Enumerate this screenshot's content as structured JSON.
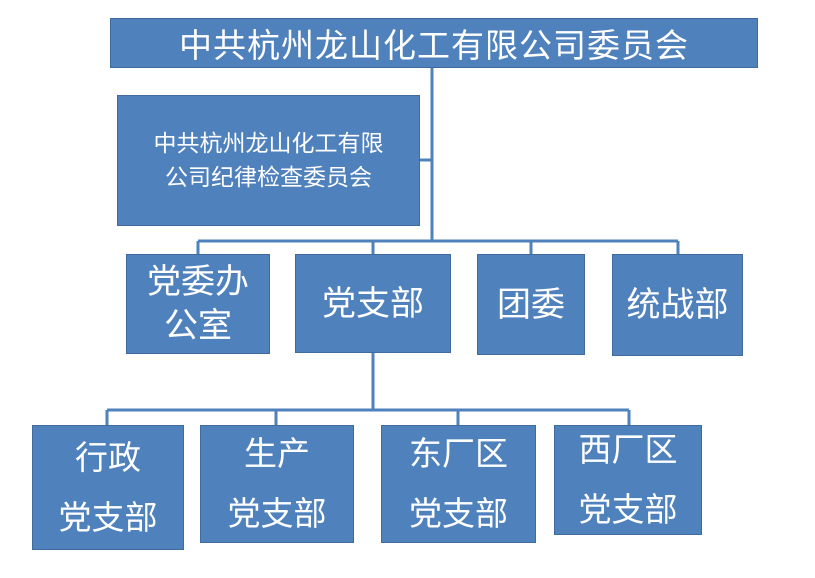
{
  "diagram": {
    "root": {
      "label": "中共杭州龙山化工有限公司委员会"
    },
    "discipline": {
      "label": "中共杭州龙山化工有限\n公司纪律检查委员会"
    },
    "departments": [
      {
        "label": "党委办\n公室"
      },
      {
        "label": "党支部"
      },
      {
        "label": "团委"
      },
      {
        "label": "统战部"
      }
    ],
    "branches": [
      {
        "label": "行政\n党支部"
      },
      {
        "label": "生产\n党支部"
      },
      {
        "label": "东厂区\n党支部"
      },
      {
        "label": "西厂区\n党支部"
      }
    ]
  },
  "colors": {
    "box_fill": "#4f81bd",
    "box_border": "#3f6b9f",
    "connector": "#4f81bd",
    "text": "#ffffff"
  }
}
